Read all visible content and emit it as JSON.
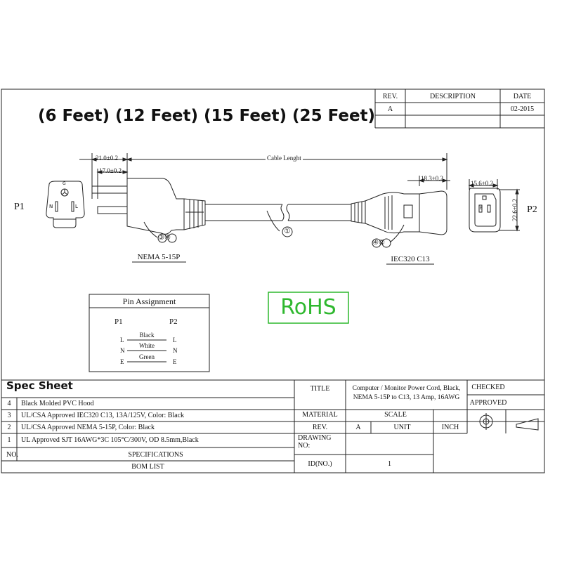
{
  "title": "(6 Feet) (12 Feet) (15 Feet) (25 Feet)",
  "revision_table": {
    "headers": [
      "REV.",
      "DESCRIPTION",
      "DATE"
    ],
    "row": {
      "rev": "A",
      "description": "",
      "date": "02-2015"
    }
  },
  "labels": {
    "p1": "P1",
    "p2": "P2",
    "nema": "NEMA 5-15P",
    "iec": "IEC320 C13",
    "cable_length": "Cable Lenght",
    "rohs": "RoHS"
  },
  "dimensions": {
    "d1": "21.0±0.2",
    "d2": "17.0±0.2",
    "d3": "18.3±0.2",
    "d4": "15.6±0.2",
    "d5": "22.6±0.2"
  },
  "callouts": {
    "c1": "①",
    "c34": "③④",
    "c42": "④②"
  },
  "plug_letters": {
    "n": "N",
    "l": "L",
    "g": "G",
    "e": "E"
  },
  "pin_assignment": {
    "title": "Pin Assignment",
    "col1": "P1",
    "col2": "P2",
    "rows": [
      {
        "p1": "L",
        "wire": "Black",
        "p2": "L"
      },
      {
        "p1": "N",
        "wire": "White",
        "p2": "N"
      },
      {
        "p1": "E",
        "wire": "Green",
        "p2": "E"
      }
    ]
  },
  "spec_sheet": {
    "title": "Spec Sheet",
    "rows": [
      {
        "no": "4",
        "spec": "Black Molded PVC Hood"
      },
      {
        "no": "3",
        "spec": "UL/CSA Approved IEC320 C13, 13A/125V, Color: Black"
      },
      {
        "no": "2",
        "spec": "UL/CSA Approved NEMA 5-15P, Color: Black"
      },
      {
        "no": "1",
        "spec": "UL Approved  SJT 16AWG*3C 105°C/300V,  OD 8.5mm,Black"
      }
    ],
    "header_no": "NO.",
    "header_spec": "SPECIFICATIONS",
    "bom": "BOM LIST"
  },
  "title_block": {
    "title_label": "TITLE",
    "title_value_line1": "Computer / Monitor Power Cord, Black,",
    "title_value_line2": "NEMA 5-15P to C13, 13 Amp, 16AWG",
    "checked": "CHECKED",
    "approved": "APPROVED",
    "material": "MATERIAL",
    "scale": "SCALE",
    "rev": "REV.",
    "rev_value": "A",
    "unit": "UNIT",
    "unit_value": "INCH",
    "drawing_no_line1": "DRAWING",
    "drawing_no_line2": "NO:",
    "id_no": "ID(NO.)",
    "id_value": "1"
  }
}
